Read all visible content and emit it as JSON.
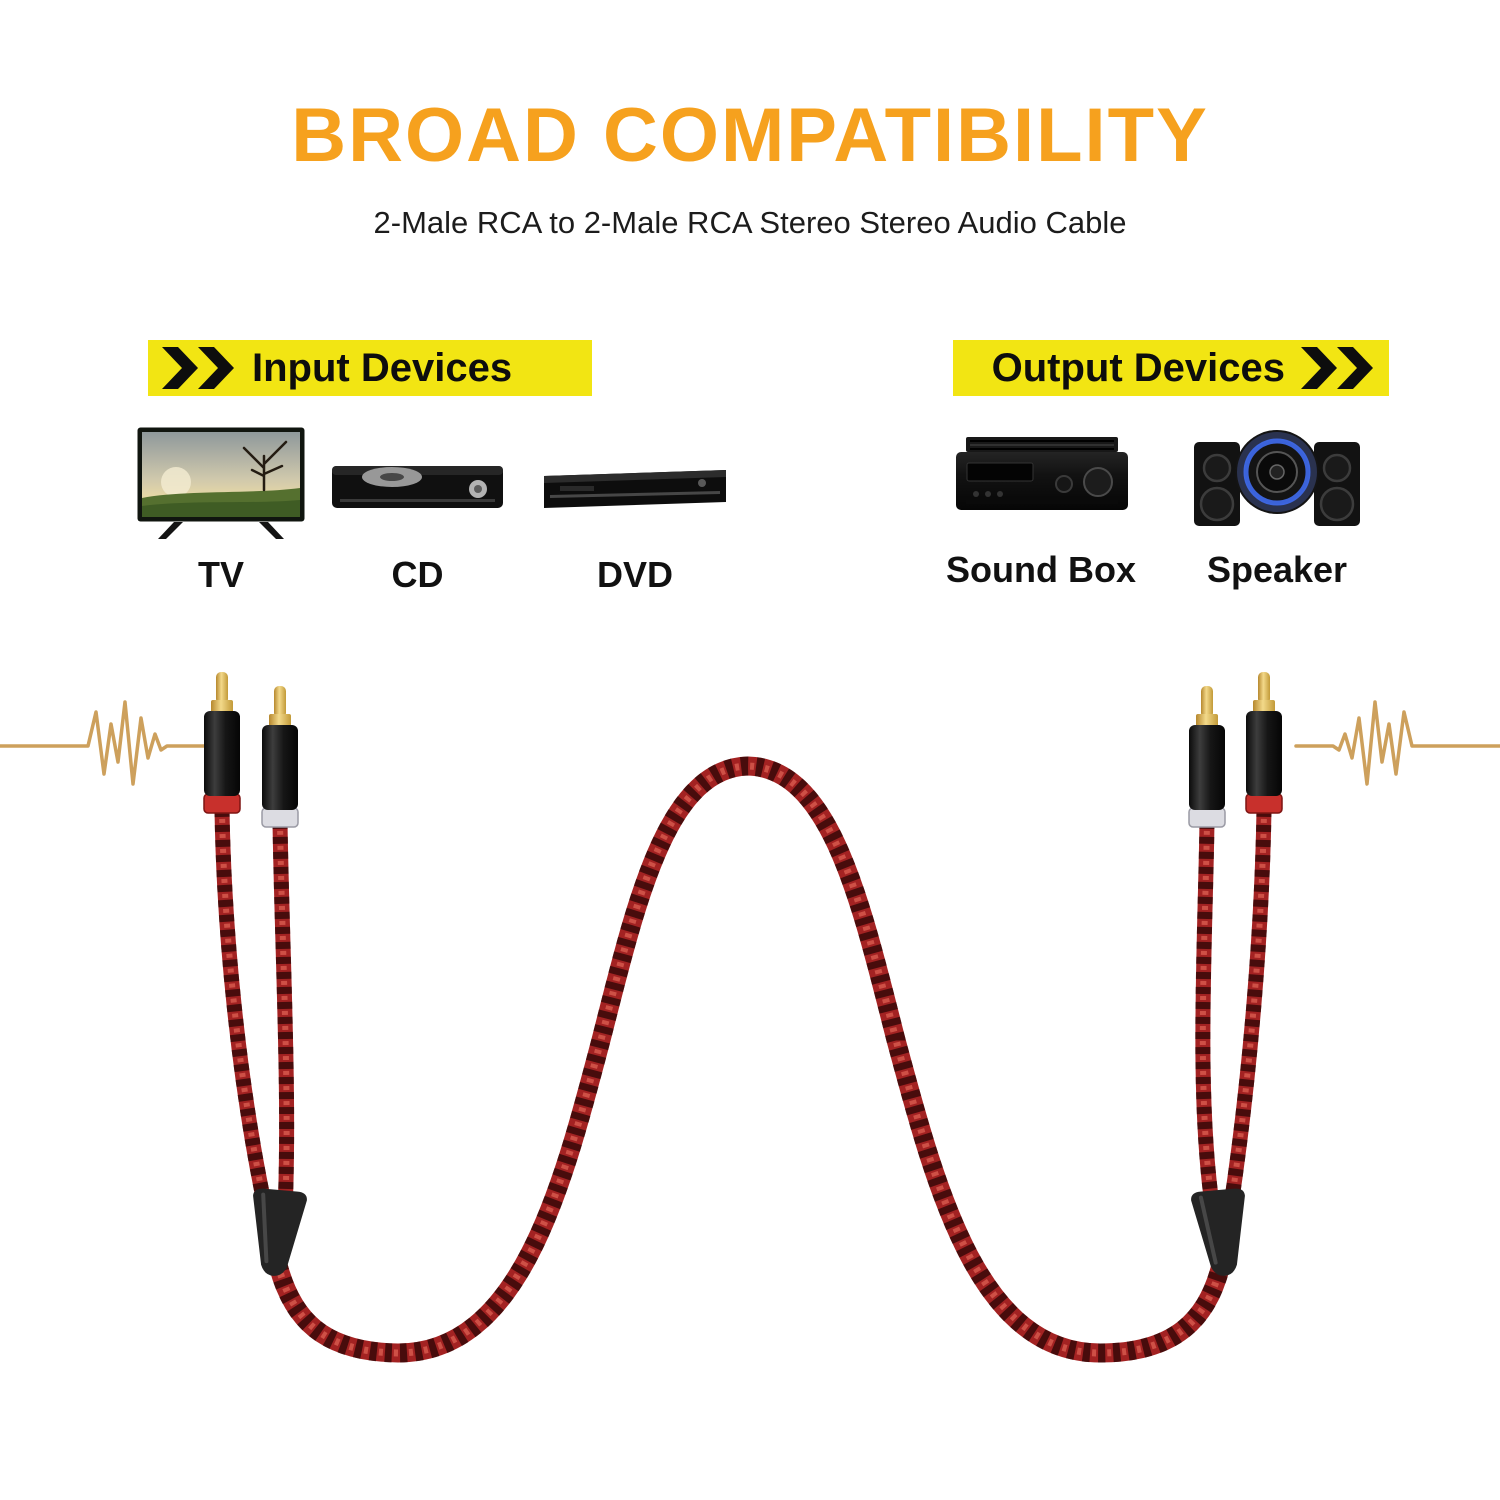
{
  "header": {
    "title": "BROAD COMPATIBILITY",
    "subtitle": "2-Male RCA to 2-Male RCA Stereo Stereo Audio Cable"
  },
  "input_section": {
    "label": "Input Devices",
    "devices": [
      {
        "label": "TV",
        "icon": "tv-photo"
      },
      {
        "label": "CD",
        "icon": "cd-player-photo"
      },
      {
        "label": "DVD",
        "icon": "dvd-player-photo"
      }
    ]
  },
  "output_section": {
    "label": "Output Devices",
    "devices": [
      {
        "label": "Sound Box",
        "icon": "sound-box-photo"
      },
      {
        "label": "Speaker",
        "icon": "speaker-photo"
      }
    ]
  },
  "colors": {
    "title_orange": "#F6A11E",
    "banner_yellow": "#F2E513",
    "cable_red": "#A32222",
    "wave_gold": "#CDA05C",
    "connector_ring_red": "#C8302C",
    "connector_ring_white": "#DCDCE2",
    "connector_gold_tip": "#E8C96A"
  }
}
